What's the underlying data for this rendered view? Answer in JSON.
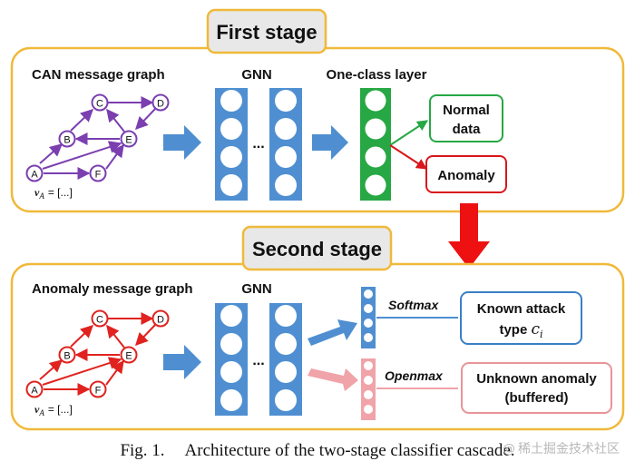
{
  "stages": {
    "first": {
      "title": "First stage",
      "graph_label": "CAN message graph",
      "feature_label": "v",
      "feature_subscript": "A",
      "feature_value": "= [...]",
      "gnn_label": "GNN",
      "ellipsis": "...",
      "oneclass_label": "One-class layer",
      "normal_line1": "Normal",
      "normal_line2": "data",
      "anomaly_label": "Anomaly"
    },
    "second": {
      "title": "Second stage",
      "graph_label": "Anomaly message graph",
      "feature_label": "v",
      "feature_subscript": "A",
      "feature_value": "= [...]",
      "gnn_label": "GNN",
      "ellipsis": "...",
      "softmax_label": "Softmax",
      "openmax_label": "Openmax",
      "known_line1": "Known attack",
      "known_line2": "type ",
      "known_var": "c",
      "known_sub": "i",
      "unknown_line1": "Unknown anomaly",
      "unknown_line2": "(buffered)"
    }
  },
  "graph_nodes": {
    "A": "A",
    "B": "B",
    "C": "C",
    "D": "D",
    "E": "E",
    "F": "F"
  },
  "caption": {
    "label": "Fig. 1.",
    "text": "Architecture of the two-stage classifier cascade."
  },
  "watermark": {
    "icon": "at-icon",
    "text": "稀土掘金技术社区"
  },
  "colors": {
    "stage_border": "#f0b93a",
    "title_fill": "#e8e8e8",
    "graph1": "#7b3fb0",
    "graph2": "#e0231f",
    "layer_blue": "#4f8fd1",
    "layer_green": "#27a844",
    "layer_pink": "#f0a3a8",
    "normal_border": "#27a844",
    "anomaly_border": "#d9161b",
    "known_border": "#3a7fc6",
    "unknown_border": "#e89499",
    "red_arrow": "#ee1111"
  }
}
